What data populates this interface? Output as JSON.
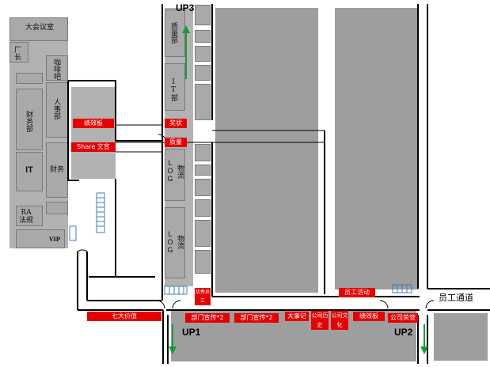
{
  "rooms": {
    "conference": "大会议室",
    "factory_head": "厂长",
    "cafe": "咖啡吧",
    "hr": "人事部",
    "finance_dept": "财务部",
    "it": "IT",
    "finance": "财务",
    "ra_legal": "RA 法规",
    "vip": "VIP",
    "quality": "质量部",
    "it_dept": "IT部",
    "log1": "LOG",
    "logistics1": "物流",
    "log2": "LOG",
    "logistics2": "物流"
  },
  "tags": {
    "performance_board": "绩效板",
    "share_culture": "Share 文宣",
    "honor": "奖状",
    "quality_tag": "质量",
    "excellent_staff": "优秀员工",
    "seven_values": "七大价值",
    "dept_promo1": "部门宣传*2",
    "dept_promo2": "部门宣传*2",
    "events": "大事记",
    "company_history": "公司历史",
    "company_culture": "公司文化",
    "performance_board2": "绩效板",
    "staff_activity": "员工活动",
    "company_honor": "公司荣誉"
  },
  "entrances": {
    "up1": "UP1",
    "up2": "UP2",
    "up3": "UP3",
    "staff_passage": "员工通道"
  },
  "colors": {
    "tag_red": "#e60000",
    "arrow_green": "#1a9a3a",
    "stair_blue": "#3a7fc0"
  }
}
